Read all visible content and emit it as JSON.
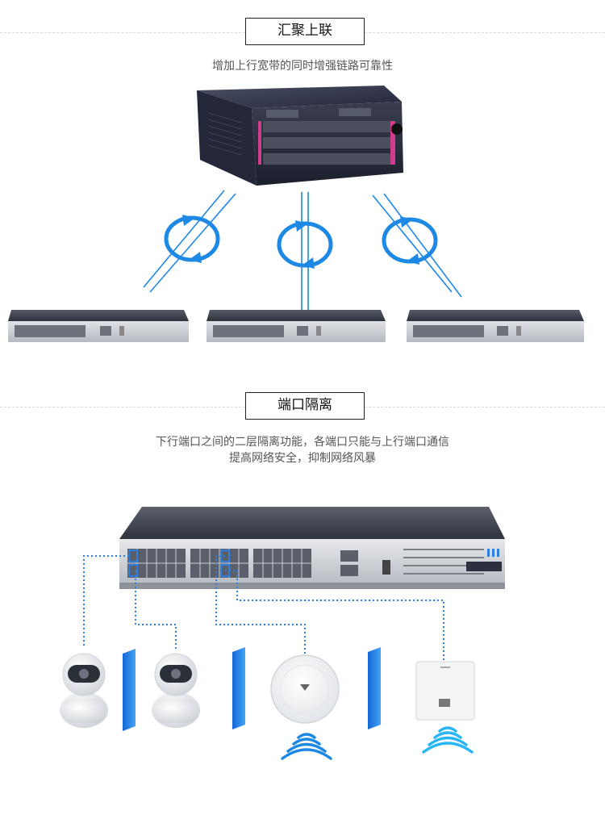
{
  "section1": {
    "title": "汇聚上联",
    "subtitle": "增加上行宽带的同时增强链路可靠性"
  },
  "section2": {
    "title": "端口隔离",
    "subtitle_line1": "下行端口之间的二层隔离功能，各端口只能与上行端口通信",
    "subtitle_line2": "提高网络安全，抑制网络风暴"
  },
  "colors": {
    "accent_blue": "#1e88e5",
    "link_blue": "#2f7fe0",
    "chassis_dark": "#2c2f3d",
    "switch_gray": "#c9ccd1"
  }
}
